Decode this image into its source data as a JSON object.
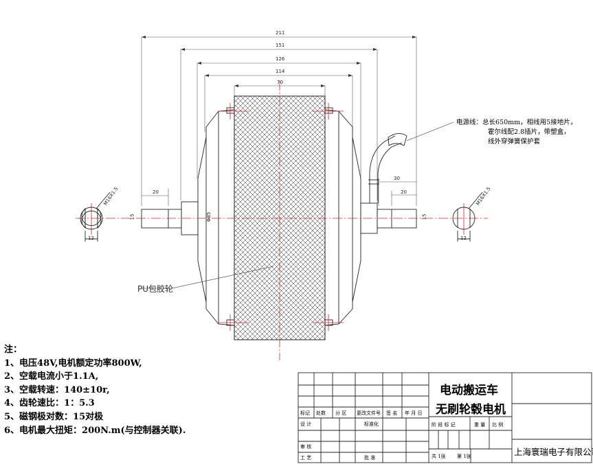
{
  "dimensions": {
    "d211": "211",
    "d151": "151",
    "d126": "126",
    "d114": "114",
    "d70": "70",
    "d30": "30",
    "d20l": "20",
    "d20r": "20",
    "d15l": "15",
    "d15r": "15",
    "phi85": "Φ85",
    "m16l": "M16X1.5",
    "m16r": "M16X1.5",
    "d12l": "12",
    "d12r": "12"
  },
  "wire_note": {
    "line1": "电源线：总长650mm，相线用5接地片，",
    "line2": "霍尔线配2.8插片，带塑盒，",
    "line3": "线外穿弹簧保护套"
  },
  "pu_label": "PU包胶轮",
  "notes": {
    "title": "注：",
    "items": [
      "1、电压48V,电机额定功率800W,",
      "2、空载电流小于1.1A,",
      "3、空载转速：140±10r,",
      "4、齿轮速比：1：5.3",
      "5、磁钢极对数：15对极",
      "6、电机最大扭矩：200N.m(与控制器关联)."
    ]
  },
  "title_block": {
    "product_line1": "电动搬运车",
    "product_line2": "无刷轮毂电机",
    "company": "上海寰瑞电子有限公司",
    "row_labels": [
      "标记",
      "处数",
      "分 区",
      "更改文件号",
      "签 名",
      "年 月 日"
    ],
    "designer": "设 计",
    "standard": "标准化",
    "review": "审 核",
    "process": "工 艺",
    "approve": "批 准",
    "stage_header": [
      "阶 段 标 记",
      "重 量",
      "比 例"
    ],
    "sheet": [
      "共 1张",
      "第 1张"
    ]
  }
}
